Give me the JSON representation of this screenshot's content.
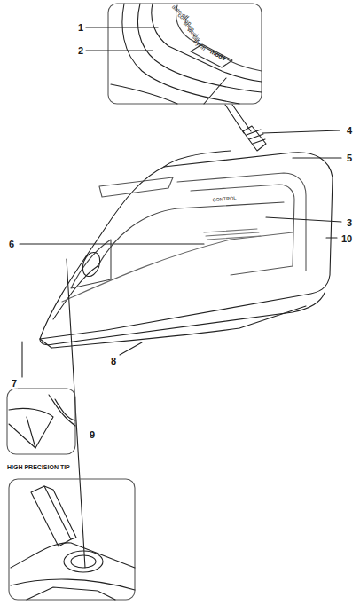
{
  "diagram": {
    "labels": [
      "1",
      "2",
      "3",
      "4",
      "5",
      "6",
      "7",
      "8",
      "9",
      "10",
      "auto-off",
      "cotton",
      "linen",
      "wool",
      "silk",
      "nylon",
      "mode",
      "CONTROL",
      "HIGH PRECISION TIP"
    ]
  }
}
